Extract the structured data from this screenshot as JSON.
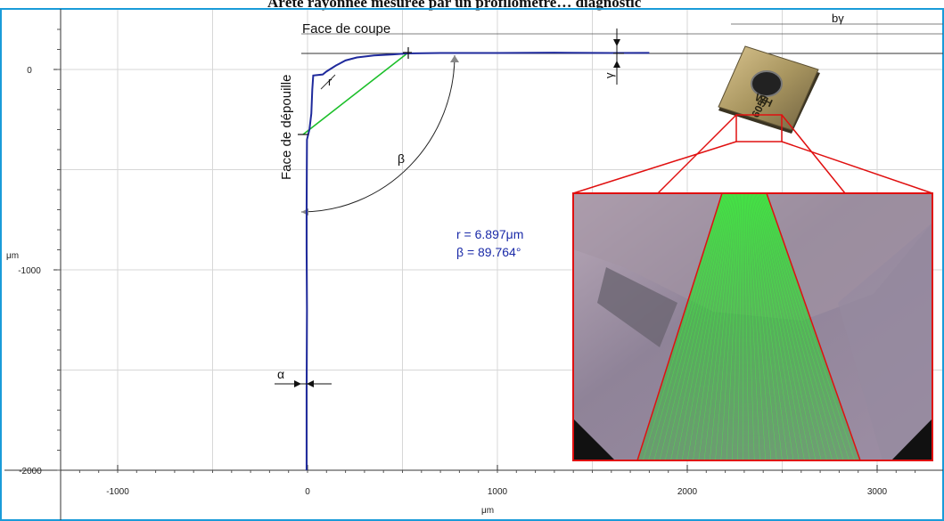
{
  "title": "Arête rayonnée mesurée par un profilomètre… diagnostic",
  "chart_data": {
    "type": "line",
    "xlabel": "μm",
    "ylabel": "μm",
    "x_ticks": [
      -1000,
      0,
      1000,
      2000,
      3000
    ],
    "y_ticks": [
      0,
      -1000,
      -2000
    ],
    "xlim": [
      -1250,
      3250
    ],
    "ylim": [
      -2050,
      250
    ],
    "grid": true,
    "series": [
      {
        "color": "#1f2a9c",
        "points": [
          [
            -5,
            -2000
          ],
          [
            -5,
            -1600
          ],
          [
            -3,
            -1200
          ],
          [
            -5,
            -900
          ],
          [
            -5,
            -700
          ],
          [
            -4,
            -500
          ],
          [
            -3,
            -350
          ],
          [
            10,
            -300
          ],
          [
            20,
            -220
          ],
          [
            25,
            -100
          ],
          [
            30,
            -30
          ],
          [
            80,
            -25
          ],
          [
            100,
            -10
          ],
          [
            150,
            20
          ],
          [
            200,
            45
          ],
          [
            260,
            60
          ],
          [
            350,
            70
          ],
          [
            450,
            75
          ],
          [
            520,
            80
          ],
          [
            700,
            82
          ],
          [
            1000,
            82
          ],
          [
            1300,
            84
          ],
          [
            1600,
            82
          ],
          [
            1800,
            83
          ]
        ]
      }
    ]
  },
  "annotations": {
    "face_coupe": "Face de coupe",
    "face_depouille": "Face de dépouille",
    "by": "bγ",
    "r_symbol": "r",
    "beta_symbol": "β",
    "gamma_symbol": "γ",
    "alpha_symbol": "α",
    "r_value": "r = 6.897μm",
    "beta_value": "β = 89.764°"
  },
  "photo": {
    "insert_marking_1": "WH",
    "insert_marking_2": "6050"
  },
  "colors": {
    "profile": "#1f2a9c",
    "chord": "#1cbf2a",
    "zoom_frame": "#e01010",
    "laser": "#22e022",
    "grid": "#d7d7d7",
    "border": "#1a9bd9"
  }
}
